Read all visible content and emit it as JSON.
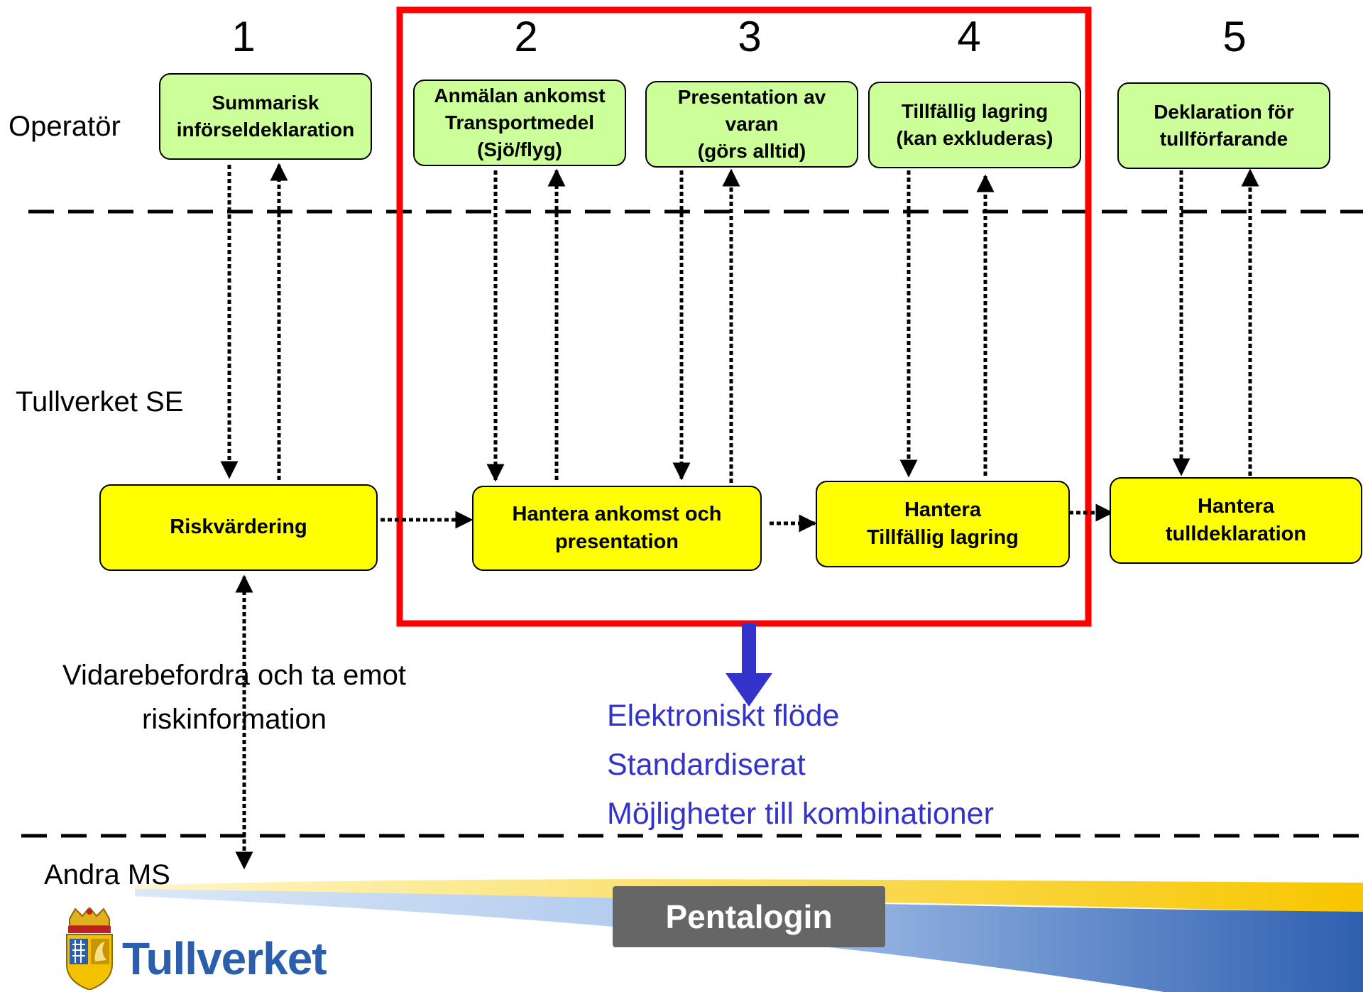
{
  "columns": [
    "1",
    "2",
    "3",
    "4",
    "5"
  ],
  "lanes": {
    "operator": "Operatör",
    "customs": "Tullverket SE",
    "other": "Andra MS"
  },
  "operator_boxes": [
    {
      "lines": [
        "Summarisk",
        "införseldeklaration"
      ]
    },
    {
      "lines": [
        "Anmälan ankomst",
        "Transportmedel",
        "(Sjö/flyg)"
      ]
    },
    {
      "lines": [
        "Presentation av",
        "varan",
        "(görs alltid)"
      ]
    },
    {
      "lines": [
        "Tillfällig lagring",
        "(kan exkluderas)"
      ]
    },
    {
      "lines": [
        "Deklaration för",
        "tullförfarande"
      ]
    }
  ],
  "customs_boxes": [
    {
      "lines": [
        "Riskvärdering"
      ]
    },
    {
      "lines": [
        "Hantera ankomst och",
        "presentation"
      ]
    },
    {
      "lines": [
        "Hantera",
        "Tillfällig lagring"
      ]
    },
    {
      "lines": [
        "Hantera",
        "tulldeklaration"
      ]
    }
  ],
  "risk_info": [
    "Vidarebefordra och ta emot",
    "riskinformation"
  ],
  "benefits": [
    "Elektroniskt flöde",
    "Standardiserat",
    "Möjligheter till kombinationer"
  ],
  "footer": {
    "badge": "Pentalogin",
    "brand": "Tullverket"
  },
  "colors": {
    "operator_box": "#ccff99",
    "customs_box": "#ffff00",
    "highlight_frame": "#ff0000",
    "down_arrow": "#3333cc",
    "benefit_text": "#3333cc",
    "badge": "#666666",
    "brand_text": "#2b5fae"
  }
}
